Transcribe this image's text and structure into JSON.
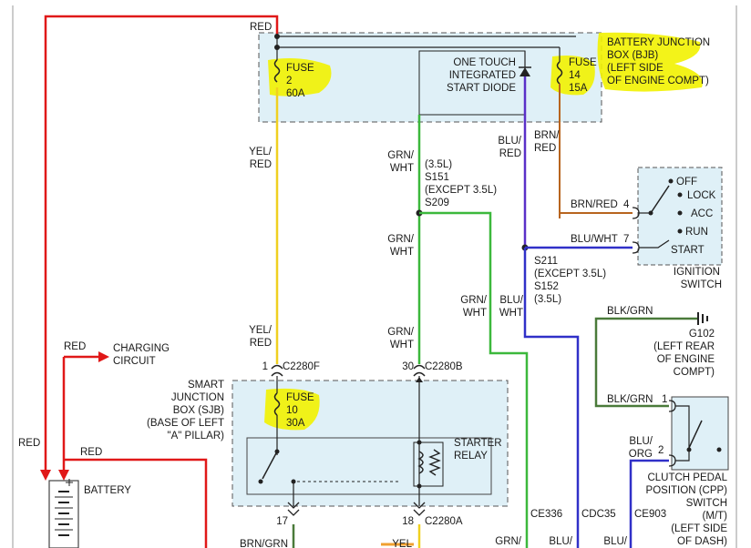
{
  "wires": {
    "red_top": "RED",
    "red_left": "RED",
    "red_battery": "RED",
    "red_charging": "RED",
    "yel_red_upper": [
      "YEL/",
      "RED"
    ],
    "yel_red_lower": [
      "YEL/",
      "RED"
    ],
    "grn_wht_upper": [
      "GRN/",
      "WHT"
    ],
    "grn_wht_mid": [
      "GRN/",
      "WHT"
    ],
    "grn_wht_lower": [
      "GRN/",
      "WHT"
    ],
    "grn_wht_right": [
      "GRN/",
      "WHT"
    ],
    "blu_red": [
      "BLU/",
      "RED"
    ],
    "brn_red": [
      "BRN/",
      "RED"
    ],
    "brn_red_h": "BRN/RED",
    "blu_wht_h": "BLU/WHT",
    "blu_wht_right": [
      "BLU/",
      "WHT"
    ],
    "blk_grn_top": "BLK/GRN",
    "blk_grn_mid": "BLK/GRN",
    "blu_org": [
      "BLU/",
      "ORG"
    ],
    "bottom_brn_grn": "BRN/GRN",
    "bottom_yel": "YEL",
    "bottom_grn": "GRN/",
    "bottom_blu1": "BLU/",
    "bottom_blu2": "BLU/"
  },
  "components": {
    "bjb": [
      "BATTERY JUNCTION",
      "BOX (BJB)",
      "(LEFT SIDE",
      "OF ENGINE COMPT)"
    ],
    "fuse2": [
      "FUSE",
      "2",
      "60A"
    ],
    "fuse14": [
      "FUSE",
      "14",
      "15A"
    ],
    "diode": [
      "ONE TOUCH",
      "INTEGRATED",
      "START DIODE"
    ],
    "splice_upper": [
      "(3.5L)",
      "S151",
      "(EXCEPT 3.5L)",
      "S209"
    ],
    "splice_lower": [
      "S211",
      "(EXCEPT 3.5L)",
      "S152",
      "(3.5L)"
    ],
    "ignition_positions": [
      "OFF",
      "LOCK",
      "ACC",
      "RUN",
      "START"
    ],
    "ignition_switch": [
      "IGNITION",
      "SWITCH"
    ],
    "ign_pin4": "4",
    "ign_pin7": "7",
    "charging": [
      "CHARGING",
      "CIRCUIT"
    ],
    "ground": [
      "G102",
      "(LEFT REAR",
      "OF ENGINE",
      "COMPT)"
    ],
    "sjb": [
      "SMART",
      "JUNCTION",
      "BOX (SJB)",
      "(BASE OF LEFT",
      "\"A\" PILLAR)"
    ],
    "fuse10": [
      "FUSE",
      "10",
      "30A"
    ],
    "relay": [
      "STARTER",
      "RELAY"
    ],
    "battery": "BATTERY",
    "cpp": [
      "CLUTCH PEDAL",
      "POSITION (CPP)",
      "SWITCH",
      "(M/T)",
      "(LEFT SIDE",
      "OF DASH)"
    ],
    "cpp_pin1": "1",
    "cpp_pin2": "2"
  },
  "connectors": {
    "c2280f_pin": "1",
    "c2280f": "C2280F",
    "c2280b_pin": "30",
    "c2280b": "C2280B",
    "c2280a_pin17": "17",
    "c2280a_pin18": "18",
    "c2280a": "C2280A"
  },
  "circuits": {
    "ce336": "CE336",
    "cdc35": "CDC35",
    "ce903": "CE903"
  },
  "colors": {
    "red": "#e01818",
    "yellow": "#f0d020",
    "green": "#3cb83c",
    "blue": "#3030c8",
    "brown": "#b8641e",
    "dark_green": "#4a7a3a",
    "box_fill": "#dff0f7",
    "highlight": "#f2f200"
  }
}
